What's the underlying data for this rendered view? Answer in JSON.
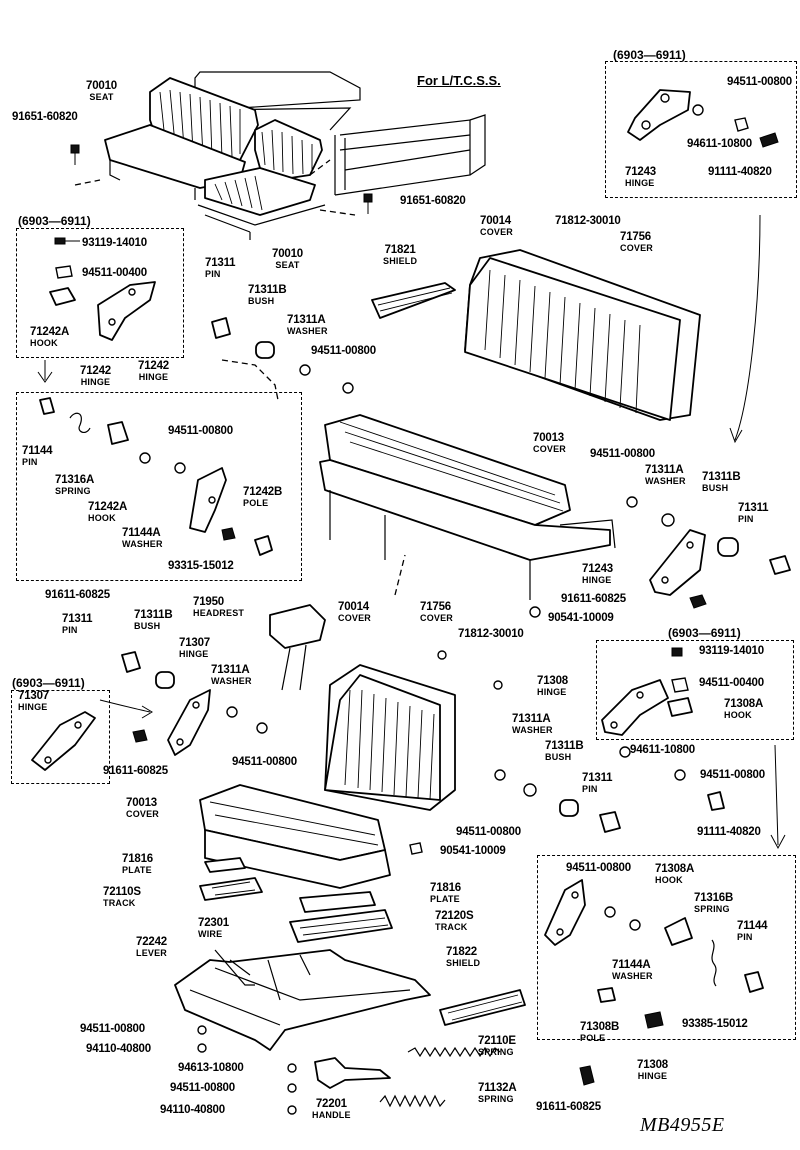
{
  "note": "For L/T.C.S.S.",
  "drawing_code": "MB4955E",
  "groups": [
    {
      "key": "g1",
      "title": "(6903—6911)"
    },
    {
      "key": "g2",
      "title": "(6903—6911)"
    },
    {
      "key": "g3",
      "title": "(6903—6911)"
    },
    {
      "key": "g4",
      "title": "(6903—6911)"
    }
  ],
  "parts": [
    {
      "id": "p01",
      "num": "70010",
      "name": "SEAT"
    },
    {
      "id": "p02",
      "num": "91651-60820",
      "name": ""
    },
    {
      "id": "p03",
      "num": "70010",
      "name": "SEAT"
    },
    {
      "id": "p04",
      "num": "91651-60820",
      "name": ""
    },
    {
      "id": "p05",
      "num": "94511-00800",
      "name": ""
    },
    {
      "id": "p06",
      "num": "94611-10800",
      "name": ""
    },
    {
      "id": "p07",
      "num": "71243",
      "name": "HINGE"
    },
    {
      "id": "p08",
      "num": "91111-40820",
      "name": ""
    },
    {
      "id": "p09",
      "num": "93119-14010",
      "name": ""
    },
    {
      "id": "p10",
      "num": "94511-00400",
      "name": ""
    },
    {
      "id": "p11",
      "num": "71242A",
      "name": "HOOK"
    },
    {
      "id": "p12",
      "num": "71242",
      "name": "HINGE"
    },
    {
      "id": "p13",
      "num": "71242",
      "name": "HINGE"
    },
    {
      "id": "p14",
      "num": "71311",
      "name": "PIN"
    },
    {
      "id": "p15",
      "num": "71311B",
      "name": "BUSH"
    },
    {
      "id": "p16",
      "num": "71311A",
      "name": "WASHER"
    },
    {
      "id": "p17",
      "num": "94511-00800",
      "name": ""
    },
    {
      "id": "p18",
      "num": "71821",
      "name": "SHIELD"
    },
    {
      "id": "p19",
      "num": "70014",
      "name": "COVER"
    },
    {
      "id": "p20",
      "num": "71812-30010",
      "name": ""
    },
    {
      "id": "p21",
      "num": "71756",
      "name": "COVER"
    },
    {
      "id": "p22",
      "num": "71144",
      "name": "PIN"
    },
    {
      "id": "p23",
      "num": "71316A",
      "name": "SPRING"
    },
    {
      "id": "p24",
      "num": "71242A",
      "name": "HOOK"
    },
    {
      "id": "p25",
      "num": "94511-00800",
      "name": ""
    },
    {
      "id": "p26",
      "num": "71144A",
      "name": "WASHER"
    },
    {
      "id": "p27",
      "num": "71242B",
      "name": "POLE"
    },
    {
      "id": "p28",
      "num": "93315-15012",
      "name": ""
    },
    {
      "id": "p29",
      "num": "70013",
      "name": "COVER"
    },
    {
      "id": "p30",
      "num": "94511-00800",
      "name": ""
    },
    {
      "id": "p31",
      "num": "71311A",
      "name": "WASHER"
    },
    {
      "id": "p32",
      "num": "71311B",
      "name": "BUSH"
    },
    {
      "id": "p33",
      "num": "71311",
      "name": "PIN"
    },
    {
      "id": "p34",
      "num": "71243",
      "name": "HINGE"
    },
    {
      "id": "p35",
      "num": "91611-60825",
      "name": ""
    },
    {
      "id": "p36",
      "num": "91611-60825",
      "name": ""
    },
    {
      "id": "p37",
      "num": "90541-10009",
      "name": ""
    },
    {
      "id": "p38",
      "num": "71950",
      "name": "HEADREST"
    },
    {
      "id": "p39",
      "num": "70014",
      "name": "COVER"
    },
    {
      "id": "p40",
      "num": "71756",
      "name": "COVER"
    },
    {
      "id": "p41",
      "num": "71812-30010",
      "name": ""
    },
    {
      "id": "p42",
      "num": "71311",
      "name": "PIN"
    },
    {
      "id": "p43",
      "num": "71311B",
      "name": "BUSH"
    },
    {
      "id": "p44",
      "num": "71307",
      "name": "HINGE"
    },
    {
      "id": "p45",
      "num": "71311A",
      "name": "WASHER"
    },
    {
      "id": "p46",
      "num": "71307",
      "name": "HINGE"
    },
    {
      "id": "p47",
      "num": "91611-60825",
      "name": ""
    },
    {
      "id": "p48",
      "num": "94511-00800",
      "name": ""
    },
    {
      "id": "p49",
      "num": "93119-14010",
      "name": ""
    },
    {
      "id": "p50",
      "num": "71308",
      "name": "HINGE"
    },
    {
      "id": "p51",
      "num": "94511-00400",
      "name": ""
    },
    {
      "id": "p52",
      "num": "71308A",
      "name": "HOOK"
    },
    {
      "id": "p53",
      "num": "71311A",
      "name": "WASHER"
    },
    {
      "id": "p54",
      "num": "71311B",
      "name": "BUSH"
    },
    {
      "id": "p55",
      "num": "94611-10800",
      "name": ""
    },
    {
      "id": "p56",
      "num": "94511-00800",
      "name": ""
    },
    {
      "id": "p57",
      "num": "71311",
      "name": "PIN"
    },
    {
      "id": "p58",
      "num": "91111-40820",
      "name": ""
    },
    {
      "id": "p59",
      "num": "94511-00800",
      "name": ""
    },
    {
      "id": "p60",
      "num": "70013",
      "name": "COVER"
    },
    {
      "id": "p61",
      "num": "90541-10009",
      "name": ""
    },
    {
      "id": "p62",
      "num": "71816",
      "name": "PLATE"
    },
    {
      "id": "p63",
      "num": "72110S",
      "name": "TRACK"
    },
    {
      "id": "p64",
      "num": "71816",
      "name": "PLATE"
    },
    {
      "id": "p65",
      "num": "72120S",
      "name": "TRACK"
    },
    {
      "id": "p66",
      "num": "72301",
      "name": "WIRE"
    },
    {
      "id": "p67",
      "num": "72242",
      "name": "LEVER"
    },
    {
      "id": "p68",
      "num": "71822",
      "name": "SHIELD"
    },
    {
      "id": "p69",
      "num": "94511-00800",
      "name": ""
    },
    {
      "id": "p70",
      "num": "71308A",
      "name": "HOOK"
    },
    {
      "id": "p71",
      "num": "71316B",
      "name": "SPRING"
    },
    {
      "id": "p72",
      "num": "71144",
      "name": "PIN"
    },
    {
      "id": "p73",
      "num": "71144A",
      "name": "WASHER"
    },
    {
      "id": "p74",
      "num": "71308B",
      "name": "POLE"
    },
    {
      "id": "p75",
      "num": "93385-15012",
      "name": ""
    },
    {
      "id": "p76",
      "num": "71308",
      "name": "HINGE"
    },
    {
      "id": "p77",
      "num": "94511-00800",
      "name": ""
    },
    {
      "id": "p78",
      "num": "94110-40800",
      "name": ""
    },
    {
      "id": "p79",
      "num": "94613-10800",
      "name": ""
    },
    {
      "id": "p80",
      "num": "94511-00800",
      "name": ""
    },
    {
      "id": "p81",
      "num": "94110-40800",
      "name": ""
    },
    {
      "id": "p82",
      "num": "72201",
      "name": "HANDLE"
    },
    {
      "id": "p83",
      "num": "72110E",
      "name": "SPRING"
    },
    {
      "id": "p84",
      "num": "71132A",
      "name": "SPRING"
    },
    {
      "id": "p85",
      "num": "91611-60825",
      "name": ""
    }
  ]
}
